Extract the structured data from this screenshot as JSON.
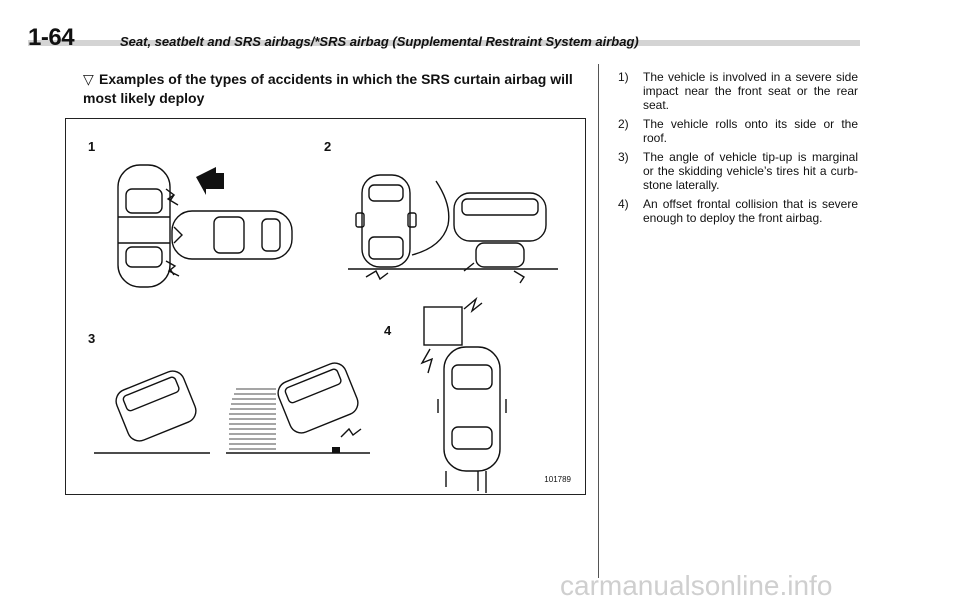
{
  "header": {
    "page_number": "1-64",
    "running_title": "Seat, seatbelt and SRS airbags/*SRS airbag (Supplemental Restraint System airbag)"
  },
  "section": {
    "marker": "▽",
    "heading": "Examples of the types of accidents in which the SRS curtain airbag will most likely deploy"
  },
  "figure": {
    "labels": [
      "1",
      "2",
      "3",
      "4"
    ],
    "figure_id": "101789"
  },
  "list": [
    {
      "num": "1)",
      "text": "The vehicle is involved in a severe side impact near the front seat or the rear seat."
    },
    {
      "num": "2)",
      "text": "The vehicle rolls onto its side or the roof."
    },
    {
      "num": "3)",
      "text": "The angle of vehicle tip-up is marginal or the skidding vehicle’s tires hit a curb-stone laterally."
    },
    {
      "num": "4)",
      "text": "An offset frontal collision that is severe enough to deploy the front airbag."
    }
  ],
  "watermark": "carmanualsonline.info"
}
